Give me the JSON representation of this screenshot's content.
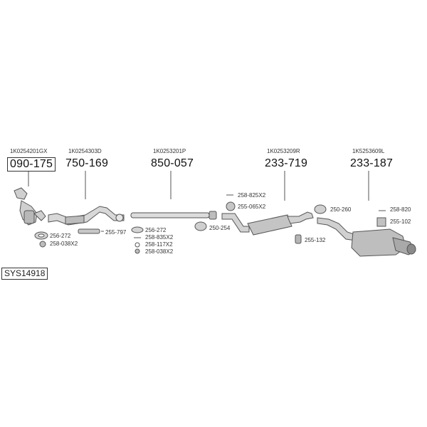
{
  "system_code": "SYS14918",
  "parts": [
    {
      "oem": "1K0254201GX",
      "main": "090-175"
    },
    {
      "oem": "1K0254303D",
      "main": "750-169"
    },
    {
      "oem": "1K0253201P",
      "main": "850-057"
    },
    {
      "oem": "1K0253209R",
      "main": "233-719"
    },
    {
      "oem": "1K5253609L",
      "main": "233-187"
    }
  ],
  "accessories": [
    "256-272",
    "258-038X2",
    "255-797",
    "256-272",
    "258-835X2",
    "258-117X2",
    "258-038X2",
    "258-825X2",
    "255-065X2",
    "250-254",
    "250-260",
    "255-132",
    "258-820",
    "255-102"
  ],
  "colors": {
    "line": "#555555",
    "fill": "#cfcfcf",
    "dark": "#8a8a8a"
  }
}
